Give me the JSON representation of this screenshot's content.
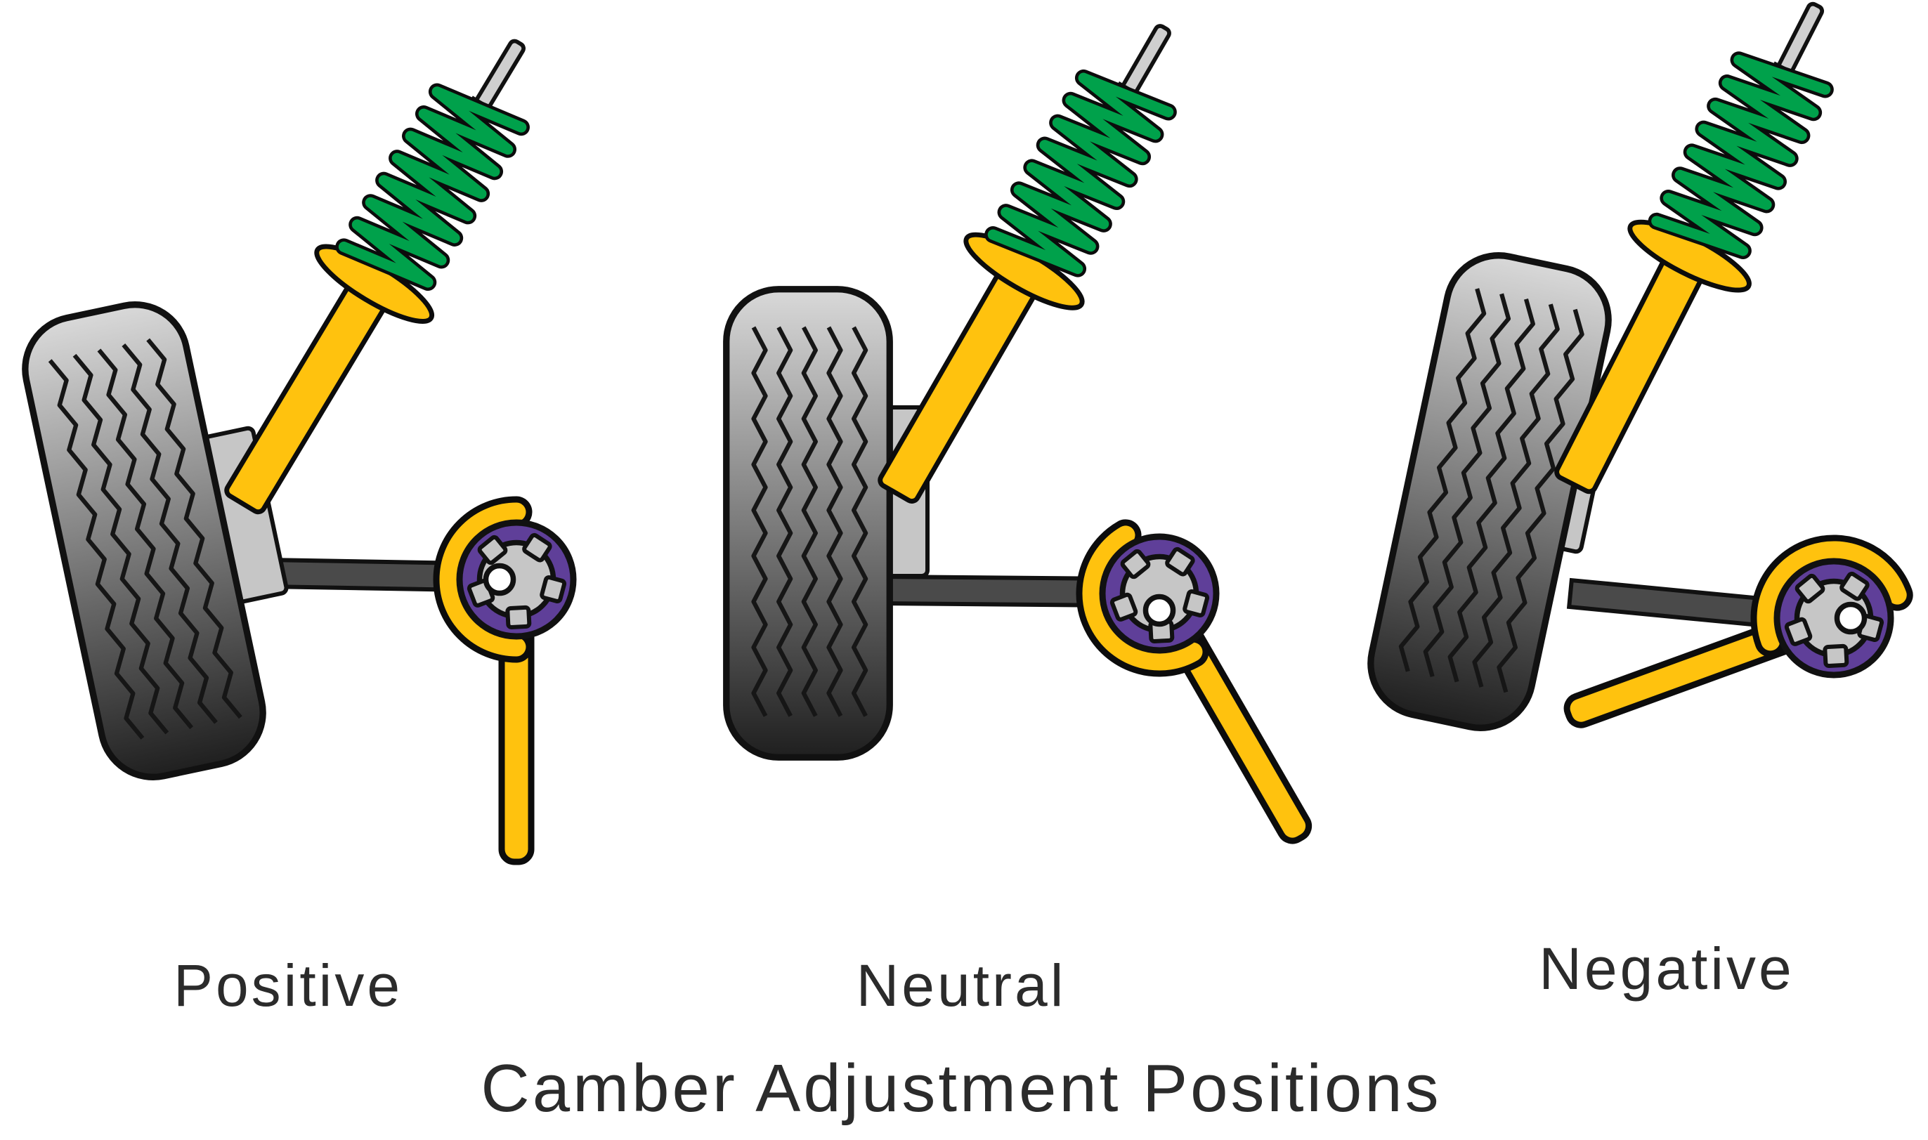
{
  "title": "Camber Adjustment Positions",
  "panels": [
    {
      "label": "Positive"
    },
    {
      "label": "Neutral"
    },
    {
      "label": "Negative"
    }
  ],
  "colors": {
    "spring_green": "#00a14b",
    "strut_yellow": "#ffc20e",
    "cam_purple": "#5f3f99",
    "axle_gray": "#4a4a4a",
    "metal_gray": "#c6c6c6",
    "tire_light": "#d9d9d9",
    "tire_dark": "#1f1f1f",
    "outline": "#111111",
    "text": "#2b2b2b",
    "background": "#ffffff"
  }
}
